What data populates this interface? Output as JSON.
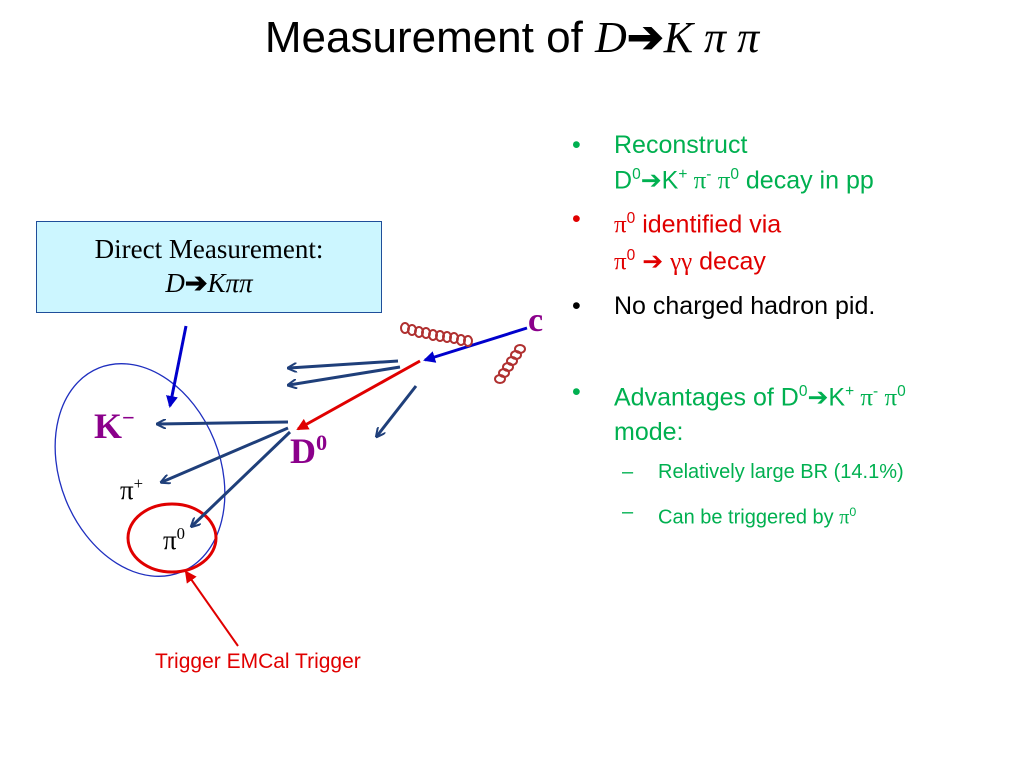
{
  "title": {
    "text": "Measurement of ",
    "formula_d": "D",
    "arrow": "➔",
    "formula_rest": "K π π"
  },
  "box": {
    "line1": "Direct Measurement:",
    "formula_d": "D",
    "arrow": "➔",
    "formula_rest": "Kππ"
  },
  "labels": {
    "kminus_base": "K",
    "kminus_sup": "−",
    "d0_base": "D",
    "d0_sup": "0",
    "c": "c",
    "piplus_base": "π",
    "piplus_sup": "+",
    "pi0_base": "π",
    "pi0_sup": "0",
    "trigger": "Trigger EMCal Trigger"
  },
  "bullets": {
    "b1": {
      "bullet": "•",
      "line1": "Reconstruct",
      "line2_a": "D",
      "line2_a_sup": "0",
      "line2_arrow": "➔",
      "line2_b": "K",
      "line2_b_sup": "+",
      "line2_c": " π",
      "line2_c_sup": "-",
      "line2_d": " π",
      "line2_d_sup": "0",
      "line2_e": " decay in pp"
    },
    "b2": {
      "bullet": "•",
      "line1_a": "π",
      "line1_a_sup": "0",
      "line1_b": " identified via",
      "line2_a": "π",
      "line2_a_sup": "0",
      "line2_arrow": " ➔ ",
      "line2_b": "γγ",
      "line2_c": " decay"
    },
    "b3": {
      "bullet": "•",
      "text": "No charged hadron pid."
    },
    "b4": {
      "bullet": "•",
      "a": "Advantages of D",
      "a_sup": "0",
      "arrow": "➔",
      "b": "K",
      "b_sup": "+",
      "c": " π",
      "c_sup": "-",
      "d": " π",
      "d_sup": "0",
      "line2": "mode:"
    },
    "s1": {
      "dash": "–",
      "text": "Relatively large BR (14.1%)"
    },
    "s2": {
      "dash": "–",
      "text": "Can be triggered by ",
      "pi": "π",
      "pi_sup": "0"
    }
  },
  "colors": {
    "purple": "#8b008b",
    "green": "#00b050",
    "red": "#e00000",
    "navy": "#1f3f7a",
    "blue": "#0000cc",
    "box_fill": "#ccf6ff"
  }
}
